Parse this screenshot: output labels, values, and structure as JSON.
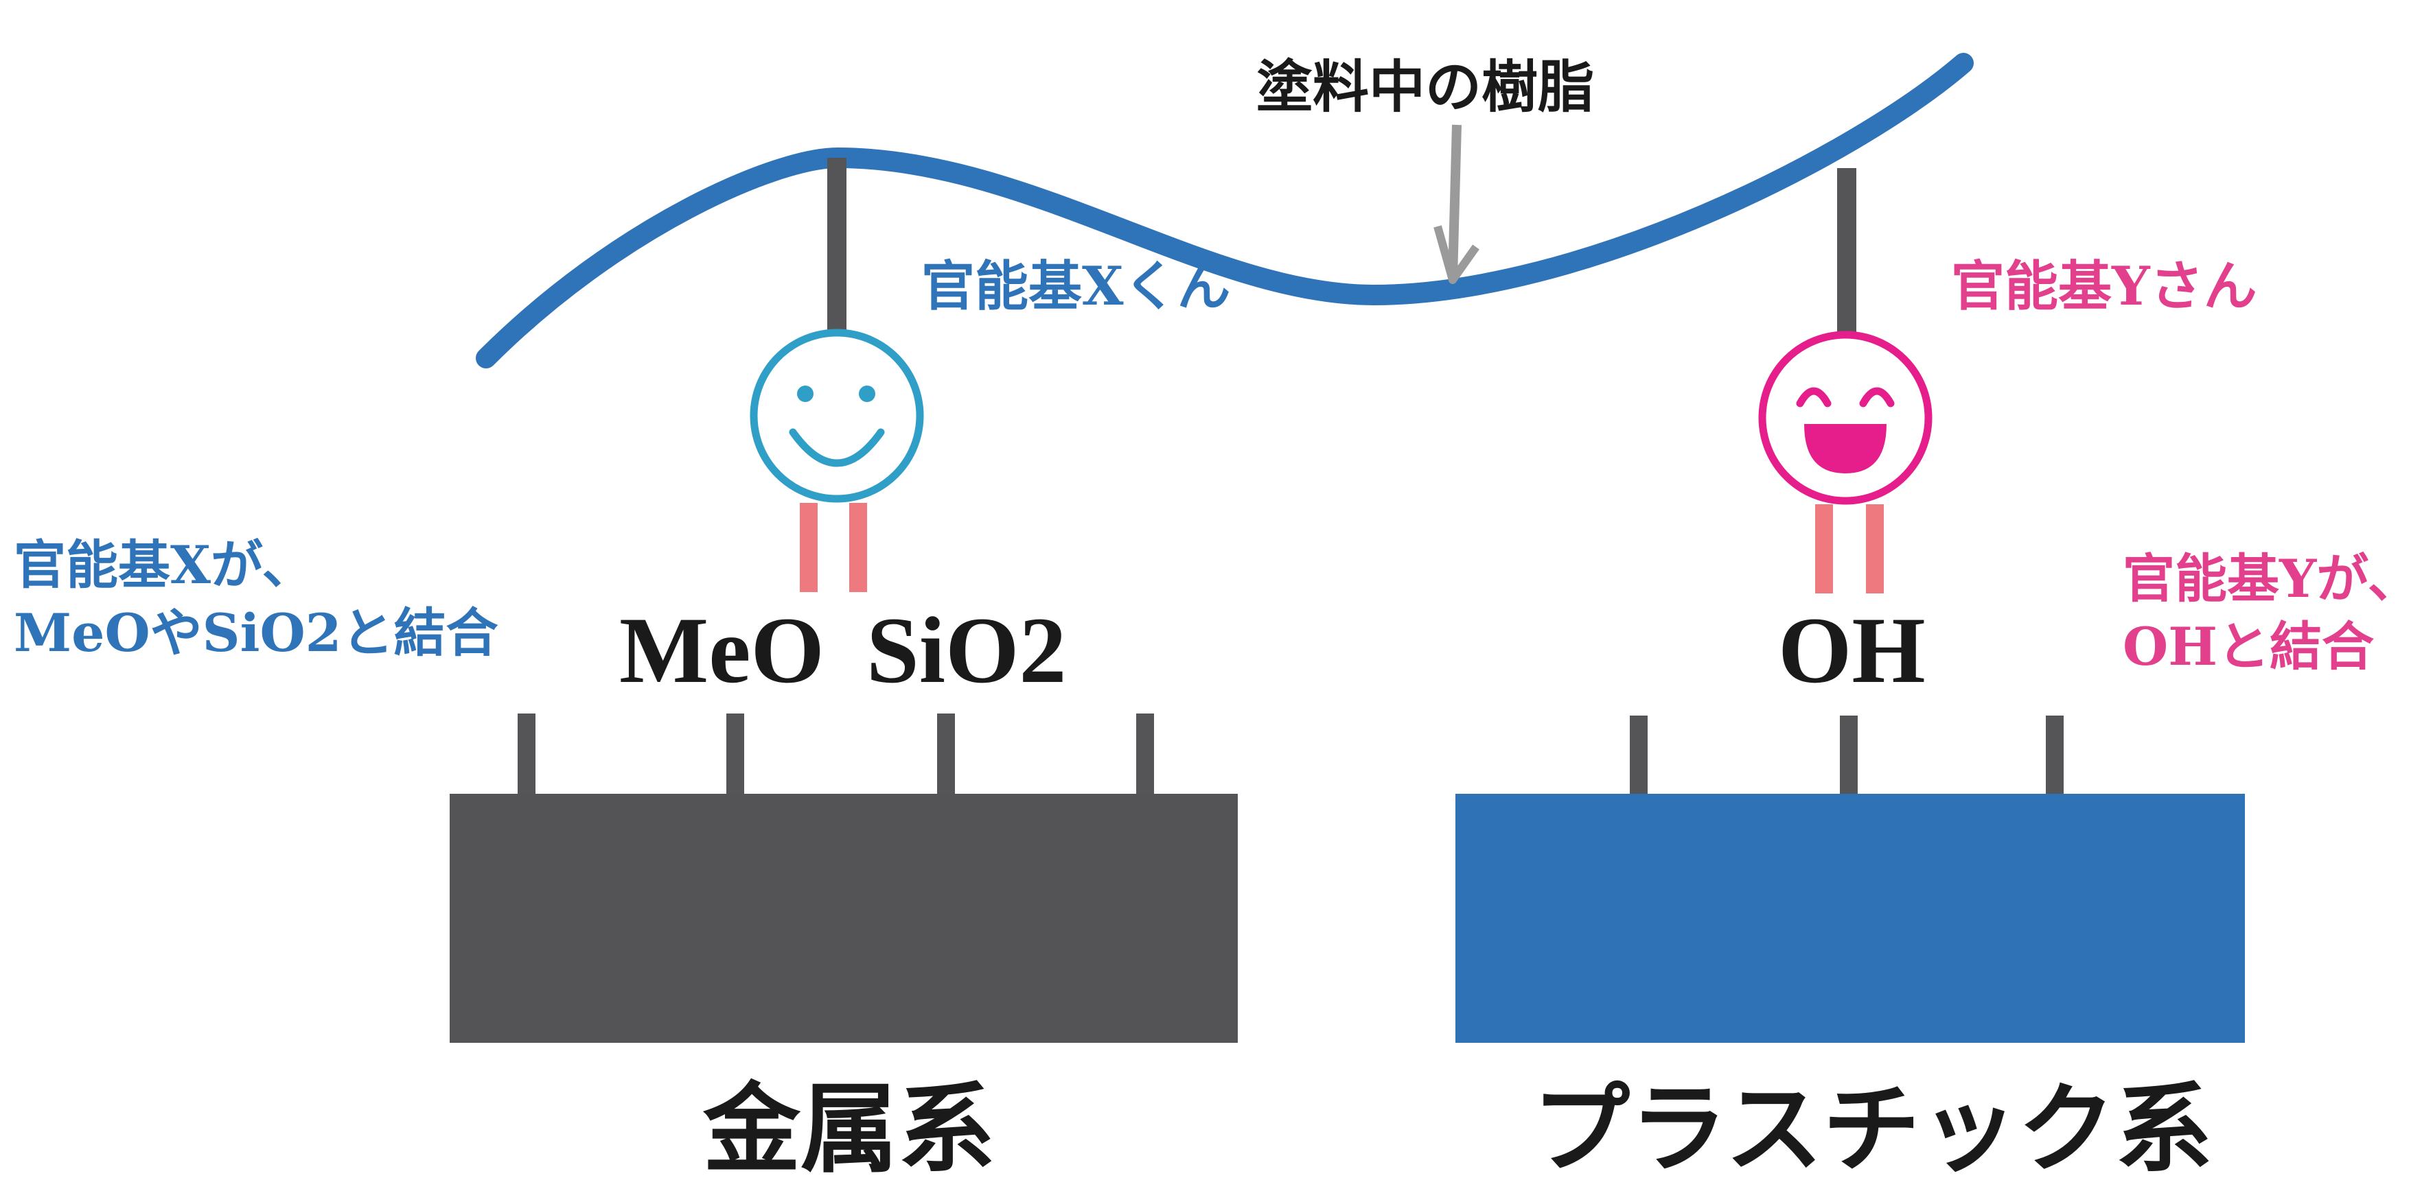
{
  "resin_label": "塗料中の樹脂",
  "group_x_label": "官能基Xくん",
  "group_y_label": "官能基Yさん",
  "left_note": [
    "官能基Xが、",
    "MeOやSiO2と結合"
  ],
  "right_note": [
    "官能基Yが、",
    "OHと結合"
  ],
  "metal_sites": [
    "MeO",
    "SiO2"
  ],
  "plastic_site": "OH",
  "metal_label": "金属系",
  "plastic_label": "プラスチック系",
  "colors": {
    "resin": "#2f74b8",
    "group_x": "#2f9fc8",
    "group_y": "#e61e8c",
    "bond": "#ee7a7f",
    "stalk": "#555558",
    "metal": "#545457",
    "plastic": "#2f72b6",
    "arrow": "#9a9a9a"
  },
  "icons": {
    "group_x": "smiley-face-icon",
    "group_y": "laughing-face-icon"
  }
}
